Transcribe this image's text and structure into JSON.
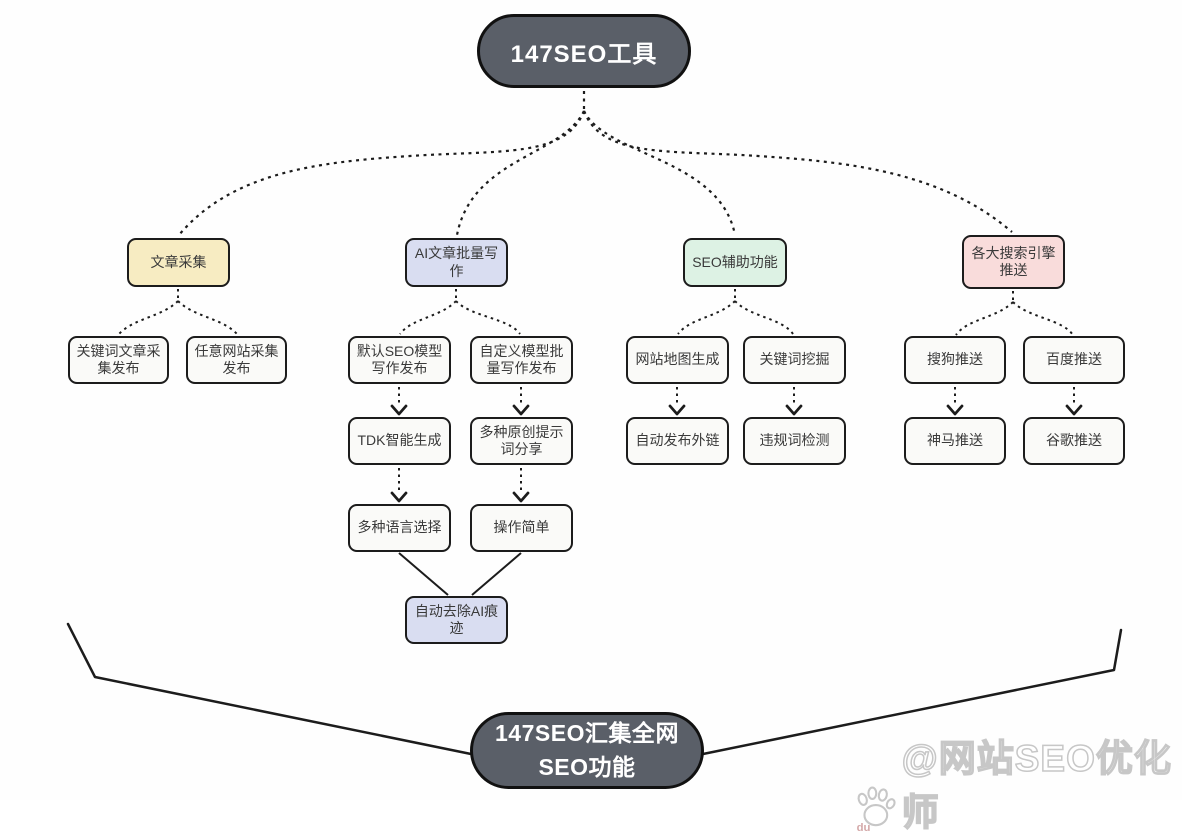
{
  "root_node": {
    "label": "147SEO工具",
    "fill": "#5a5f68"
  },
  "branches": {
    "article_collect": {
      "label": "文章采集",
      "fill": "#f7ecc2",
      "children": {
        "keyword_article_collect": {
          "label": "关键词文章采集发布"
        },
        "any_site_collect": {
          "label": "任意网站采集发布"
        }
      }
    },
    "ai_writing": {
      "label": "AI文章批量写作",
      "fill": "#d9ddf1",
      "children": {
        "default_seo_model": {
          "label": "默认SEO模型写作发布"
        },
        "custom_model": {
          "label": "自定义模型批量写作发布"
        },
        "tdk_generate": {
          "label": "TDK智能生成"
        },
        "prompt_share": {
          "label": "多种原创提示词分享"
        },
        "multi_language": {
          "label": "多种语言选择"
        },
        "easy_operation": {
          "label": "操作简单"
        },
        "remove_ai_trace": {
          "label": "自动去除AI痕迹",
          "fill": "#d9ddf1"
        }
      }
    },
    "seo_assist": {
      "label": "SEO辅助功能",
      "fill": "#ddf2e4",
      "children": {
        "sitemap_generate": {
          "label": "网站地图生成"
        },
        "keyword_mining": {
          "label": "关键词挖掘"
        },
        "auto_backlinks": {
          "label": "自动发布外链"
        },
        "violation_check": {
          "label": "违规词检测"
        }
      }
    },
    "engine_push": {
      "label": "各大搜索引擎推送",
      "fill": "#f9dcdb",
      "children": {
        "sogou_push": {
          "label": "搜狗推送"
        },
        "baidu_push": {
          "label": "百度推送"
        },
        "shenma_push": {
          "label": "神马推送"
        },
        "google_push": {
          "label": "谷歌推送"
        }
      }
    }
  },
  "summary_node": {
    "label_line1": "147SEO汇集全网",
    "label_line2": "SEO功能",
    "fill": "#5a5f68"
  },
  "watermark": {
    "handle": "@网站SEO优化师",
    "icon": "baidu-paw-icon",
    "icon_label": "du"
  },
  "colors": {
    "line": "#1c1c1c",
    "leaf_fill": "#fafaf8",
    "pill_fill": "#5a5f68",
    "yellow": "#f7ecc2",
    "blue": "#d9ddf1",
    "green": "#ddf2e4",
    "pink": "#f9dcdb",
    "watermark_outline": "#c7c7c7"
  }
}
